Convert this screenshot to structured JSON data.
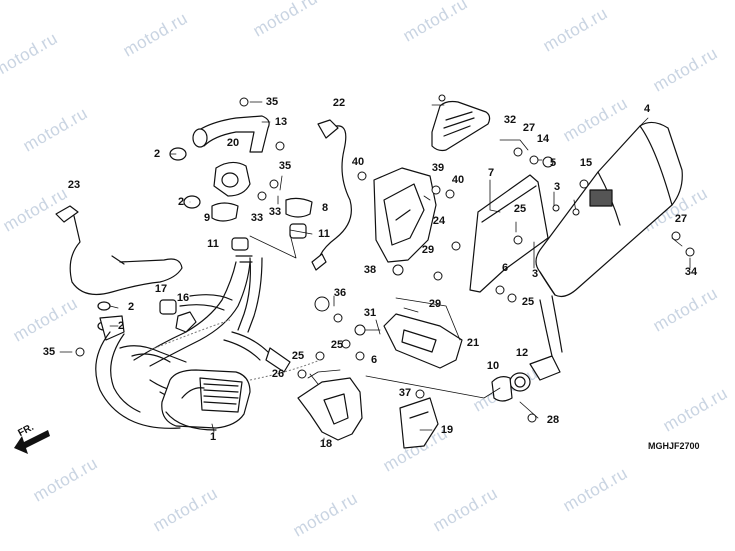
{
  "watermark": "motod.ru",
  "diagram_code": "MGHJF2700",
  "front_marker": "FR.",
  "callouts": [
    {
      "id": "1",
      "label": "1"
    },
    {
      "id": "2a",
      "label": "2"
    },
    {
      "id": "2b",
      "label": "2"
    },
    {
      "id": "2c",
      "label": "2"
    },
    {
      "id": "2d",
      "label": "2"
    },
    {
      "id": "3a",
      "label": "3"
    },
    {
      "id": "3b",
      "label": "3"
    },
    {
      "id": "4",
      "label": "4"
    },
    {
      "id": "5",
      "label": "5"
    },
    {
      "id": "6a",
      "label": "6"
    },
    {
      "id": "6b",
      "label": "6"
    },
    {
      "id": "7",
      "label": "7"
    },
    {
      "id": "8",
      "label": "8"
    },
    {
      "id": "9",
      "label": "9"
    },
    {
      "id": "10",
      "label": "10"
    },
    {
      "id": "11a",
      "label": "11"
    },
    {
      "id": "11b",
      "label": "11"
    },
    {
      "id": "12",
      "label": "12"
    },
    {
      "id": "13",
      "label": "13"
    },
    {
      "id": "14",
      "label": "14"
    },
    {
      "id": "15",
      "label": "15"
    },
    {
      "id": "16",
      "label": "16"
    },
    {
      "id": "17",
      "label": "17"
    },
    {
      "id": "18",
      "label": "18"
    },
    {
      "id": "19",
      "label": "19"
    },
    {
      "id": "20",
      "label": "20"
    },
    {
      "id": "21",
      "label": "21"
    },
    {
      "id": "22",
      "label": "22"
    },
    {
      "id": "23",
      "label": "23"
    },
    {
      "id": "24",
      "label": "24"
    },
    {
      "id": "25a",
      "label": "25"
    },
    {
      "id": "25b",
      "label": "25"
    },
    {
      "id": "25c",
      "label": "25"
    },
    {
      "id": "25d",
      "label": "25"
    },
    {
      "id": "26",
      "label": "26"
    },
    {
      "id": "27a",
      "label": "27"
    },
    {
      "id": "27b",
      "label": "27"
    },
    {
      "id": "28",
      "label": "28"
    },
    {
      "id": "29a",
      "label": "29"
    },
    {
      "id": "29b",
      "label": "29"
    },
    {
      "id": "31",
      "label": "31"
    },
    {
      "id": "32",
      "label": "32"
    },
    {
      "id": "33a",
      "label": "33"
    },
    {
      "id": "33b",
      "label": "33"
    },
    {
      "id": "34",
      "label": "34"
    },
    {
      "id": "35a",
      "label": "35"
    },
    {
      "id": "35b",
      "label": "35"
    },
    {
      "id": "35c",
      "label": "35"
    },
    {
      "id": "36",
      "label": "36"
    },
    {
      "id": "37",
      "label": "37"
    },
    {
      "id": "38",
      "label": "38"
    },
    {
      "id": "39",
      "label": "39"
    },
    {
      "id": "40a",
      "label": "40"
    },
    {
      "id": "40b",
      "label": "40"
    }
  ]
}
